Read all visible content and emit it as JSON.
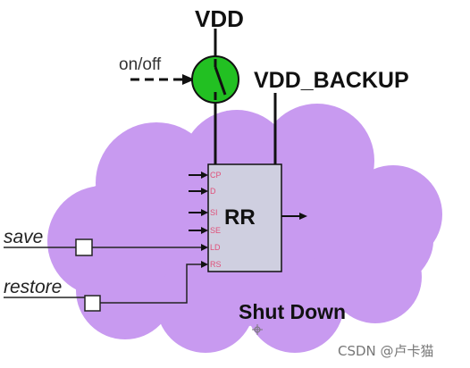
{
  "diagram": {
    "vdd_label": "VDD",
    "vdd_backup_label": "VDD_BACKUP",
    "switch_label": "on/off",
    "block_label": "RR",
    "domain_label": "Shut Down",
    "save_label": "save",
    "restore_label": "restore",
    "pins": [
      "CP",
      "D",
      "SI",
      "SE",
      "LD",
      "RS"
    ]
  },
  "colors": {
    "cloud_fill": "#c89af0",
    "block_fill": "#cfcfe0",
    "switch_fill": "#22c022",
    "pin_text": "#e0507a"
  },
  "watermark": "CSDN @卢卡猫"
}
